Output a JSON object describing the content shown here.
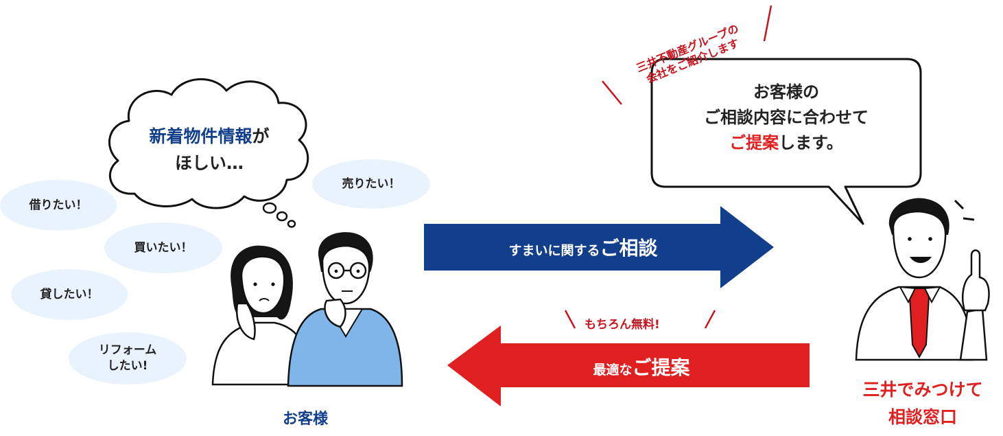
{
  "thought_cloud": {
    "highlight": "新着物件情報",
    "suffix": "が",
    "line2": "ほしい…"
  },
  "wishes": [
    {
      "id": "sell",
      "lines": [
        "売りたい！"
      ]
    },
    {
      "id": "borrow",
      "lines": [
        "借りたい！"
      ]
    },
    {
      "id": "buy",
      "lines": [
        "買いたい！"
      ]
    },
    {
      "id": "lend",
      "lines": [
        "貸したい！"
      ]
    },
    {
      "id": "reform",
      "lines": [
        "リフォーム",
        "したい!"
      ]
    }
  ],
  "customer_label": "お客様",
  "arrow_right": {
    "small": "すまいに関する",
    "big": "ご相談",
    "color": "#123f8c"
  },
  "arrow_left": {
    "small": "最適な",
    "big": "ご提案",
    "color": "#e02020"
  },
  "free_note": "もちろん無料!",
  "speech": {
    "line1": "お客様の",
    "line2": "ご相談内容に合わせて",
    "highlight": "ご提案",
    "suffix": "します。"
  },
  "intro_note": {
    "line1": "三井不動産グループの",
    "line2": "会社をご紹介します"
  },
  "advisor_label": {
    "line1": "三井でみつけて",
    "line2": "相談窓口"
  },
  "colors": {
    "navy": "#123f8c",
    "red": "#e02020",
    "bubble": "#e9f3fd",
    "jacket": "#7fb5e8"
  }
}
